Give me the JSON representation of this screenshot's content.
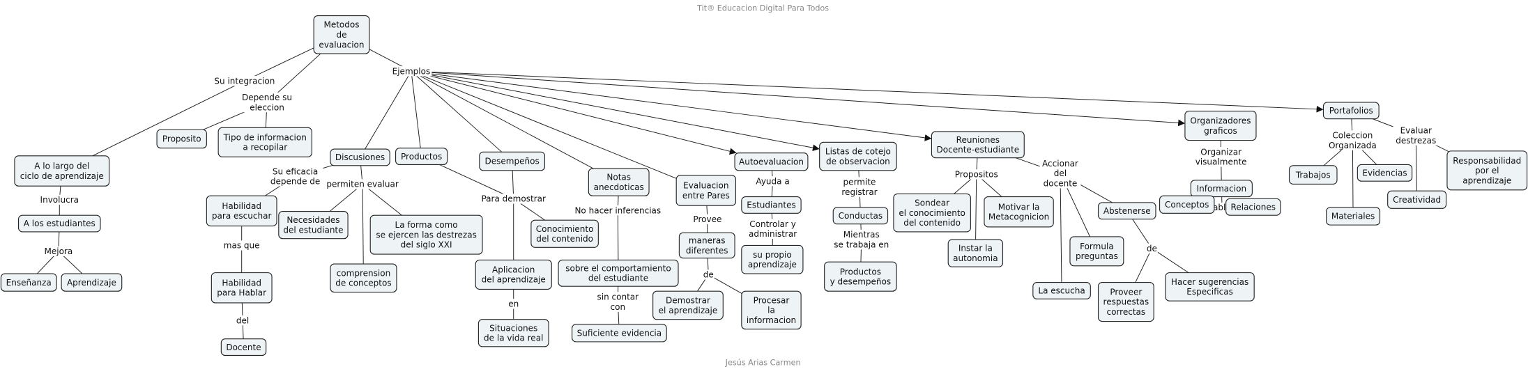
{
  "header": "Tit® Educacion Digital Para Todos",
  "footer": "Jesús Arias Carmen",
  "colors": {
    "node_fill": "#eef3f5",
    "node_border": "#222222",
    "line": "#222222",
    "meta_text": "#888888"
  },
  "nodes": [
    {
      "id": "metodos",
      "text": "Metodos\nde\nevaluacion"
    },
    {
      "id": "alolargo",
      "text": "A lo largo del\nciclo de aprendizaje"
    },
    {
      "id": "estudiantes1",
      "text": "A los estudiantes"
    },
    {
      "id": "ensenanza",
      "text": "Enseñanza"
    },
    {
      "id": "aprendizaje",
      "text": "Aprendizaje"
    },
    {
      "id": "proposito",
      "text": "Proposito"
    },
    {
      "id": "tipoinfo",
      "text": "Tipo de informacion\na recopilar"
    },
    {
      "id": "discusiones",
      "text": "Discusiones"
    },
    {
      "id": "productos",
      "text": "Productos"
    },
    {
      "id": "desempenos",
      "text": "Desempeños"
    },
    {
      "id": "escuchar",
      "text": "Habilidad\npara escuchar"
    },
    {
      "id": "necesidades",
      "text": "Necesidades\ndel estudiante"
    },
    {
      "id": "laforma",
      "text": "La forma como\nse ejercen las destrezas\ndel siglo XXI"
    },
    {
      "id": "comprension",
      "text": "comprension\nde conceptos"
    },
    {
      "id": "hablar",
      "text": "Habilidad\npara Hablar"
    },
    {
      "id": "docente",
      "text": "Docente"
    },
    {
      "id": "conocimiento",
      "text": "Conocimiento\ndel contenido"
    },
    {
      "id": "aplicacion",
      "text": "Aplicacion\ndel aprendizaje"
    },
    {
      "id": "situaciones",
      "text": "Situaciones\nde la vida real"
    },
    {
      "id": "notas",
      "text": "Notas\nanecdoticas"
    },
    {
      "id": "comportamiento",
      "text": "sobre el comportamiento\ndel estudiante"
    },
    {
      "id": "suficiente",
      "text": "Suficiente evidencia"
    },
    {
      "id": "pares",
      "text": "Evaluacion\nentre Pares"
    },
    {
      "id": "maneras",
      "text": "maneras\ndiferentes"
    },
    {
      "id": "demostrar",
      "text": "Demostrar\nel aprendizaje"
    },
    {
      "id": "procesar",
      "text": "Procesar\nla\ninformacion"
    },
    {
      "id": "autoeval",
      "text": "Autoevaluacion"
    },
    {
      "id": "estudiantes2",
      "text": "Estudiantes"
    },
    {
      "id": "supropio",
      "text": "su propio\naprendizaje"
    },
    {
      "id": "listas",
      "text": "Listas de cotejo\nde observacion"
    },
    {
      "id": "conductas",
      "text": "Conductas"
    },
    {
      "id": "prodydes",
      "text": "Productos\ny desempeños"
    },
    {
      "id": "reuniones",
      "text": "Reuniones\nDocente-estudiante"
    },
    {
      "id": "sondear",
      "text": "Sondear\nel conocimiento\ndel contenido"
    },
    {
      "id": "motivar",
      "text": "Motivar la\nMetacognicion"
    },
    {
      "id": "instar",
      "text": "Instar la\nautonomia"
    },
    {
      "id": "organizadores",
      "text": "Organizadores\ngraficos"
    },
    {
      "id": "informacion",
      "text": "Informacion"
    },
    {
      "id": "conceptos",
      "text": "Conceptos"
    },
    {
      "id": "relaciones",
      "text": "Relaciones"
    },
    {
      "id": "abstenerse",
      "text": "Abstenerse"
    },
    {
      "id": "formula",
      "text": "Formula\npreguntas"
    },
    {
      "id": "escucha",
      "text": "La escucha"
    },
    {
      "id": "proveer",
      "text": "Proveer\nrespuestas\ncorrectas"
    },
    {
      "id": "sugerencias",
      "text": "Hacer sugerencias\nEspecificas"
    },
    {
      "id": "portafolios",
      "text": "Portafolios"
    },
    {
      "id": "trabajos",
      "text": "Trabajos"
    },
    {
      "id": "evidencias",
      "text": "Evidencias"
    },
    {
      "id": "materiales",
      "text": "Materiales"
    },
    {
      "id": "creatividad",
      "text": "Creatividad"
    },
    {
      "id": "responsabilidad",
      "text": "Responsabilidad\npor el\naprendizaje"
    }
  ],
  "links": [
    {
      "id": "suintegracion",
      "text": "Su integracion"
    },
    {
      "id": "dependesu",
      "text": "Depende su\neleccion"
    },
    {
      "id": "ejemplos",
      "text": "Ejemplos"
    },
    {
      "id": "involucra",
      "text": "Involucra"
    },
    {
      "id": "mejora",
      "text": "Mejora"
    },
    {
      "id": "sueficacia",
      "text": "Su eficacia\ndepende de"
    },
    {
      "id": "permiten",
      "text": "permiten evaluar"
    },
    {
      "id": "masque",
      "text": "mas que"
    },
    {
      "id": "del",
      "text": "del"
    },
    {
      "id": "parademostrar",
      "text": "Para demostrar"
    },
    {
      "id": "en",
      "text": "en"
    },
    {
      "id": "nohacer",
      "text": "No hacer inferencias"
    },
    {
      "id": "sincontar",
      "text": "sin contar\ncon"
    },
    {
      "id": "provee",
      "text": "Provee"
    },
    {
      "id": "de1",
      "text": "de"
    },
    {
      "id": "ayuda",
      "text": "Ayuda a"
    },
    {
      "id": "controlar",
      "text": "Controlar y\nadministrar"
    },
    {
      "id": "permite",
      "text": "permite\nregistrar"
    },
    {
      "id": "mientras",
      "text": "Mientras\nse trabaja en"
    },
    {
      "id": "propositos",
      "text": "Propositos"
    },
    {
      "id": "accionar",
      "text": "Accionar\ndel\ndocente"
    },
    {
      "id": "de2",
      "text": "de"
    },
    {
      "id": "organizar",
      "text": "Organizar\nvisualmente"
    },
    {
      "id": "establecer",
      "text": "Establecer"
    },
    {
      "id": "coleccion",
      "text": "Coleccion\nOrganizada"
    },
    {
      "id": "evaluar",
      "text": "Evaluar\ndestrezas"
    }
  ]
}
